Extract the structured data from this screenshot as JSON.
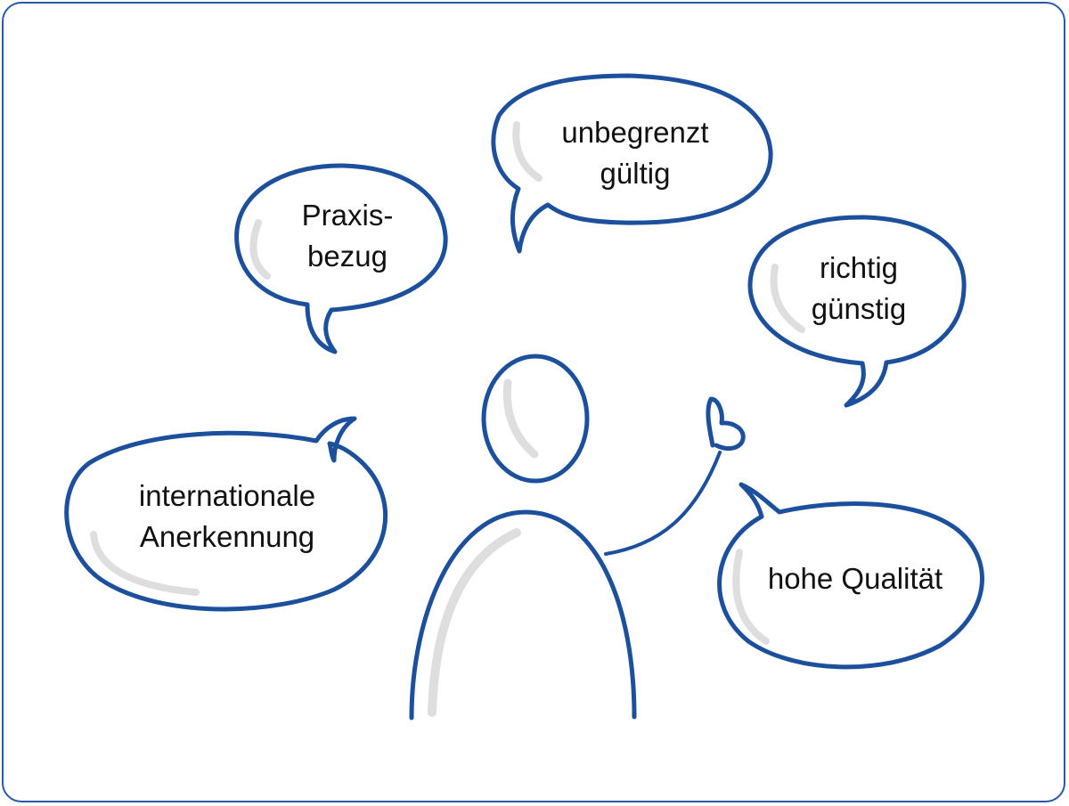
{
  "colors": {
    "stroke": "#1c4f9c",
    "shadow": "#dedede",
    "frame": "#2a5aa6",
    "text": "#111111"
  },
  "bubbles": [
    {
      "id": "praxisbezug",
      "lines": [
        "Praxis-",
        "bezug"
      ]
    },
    {
      "id": "unbegrenzt-gueltig",
      "lines": [
        "unbegrenzt",
        "gültig"
      ]
    },
    {
      "id": "richtig-guenstig",
      "lines": [
        "richtig",
        "günstig"
      ]
    },
    {
      "id": "internationale-anerkennung",
      "lines": [
        "internationale",
        "Anerkennung"
      ]
    },
    {
      "id": "hohe-qualitaet",
      "lines": [
        "hohe Qualität"
      ]
    }
  ]
}
